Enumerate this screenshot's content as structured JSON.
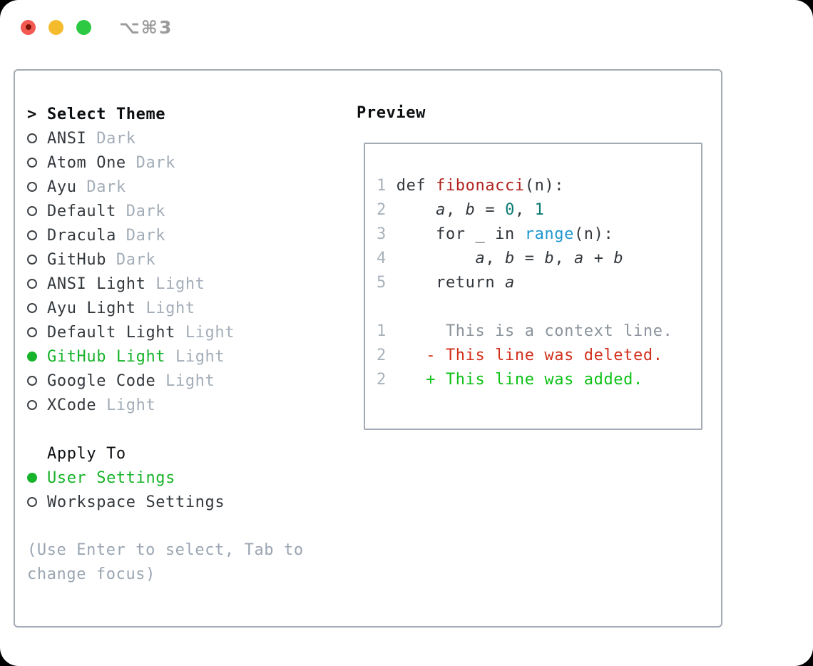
{
  "window": {
    "title": "⌥⌘3",
    "traffic_lights": {
      "close": "#f25950",
      "close_dot": "#7a1208",
      "minimize": "#f4bc2c",
      "zoom": "#2ec943"
    }
  },
  "theme_picker": {
    "prompt": ">",
    "header": "Select Theme",
    "items": [
      {
        "name": "ANSI",
        "variant": "Dark",
        "selected": false
      },
      {
        "name": "Atom One",
        "variant": "Dark",
        "selected": false
      },
      {
        "name": "Ayu",
        "variant": "Dark",
        "selected": false
      },
      {
        "name": "Default",
        "variant": "Dark",
        "selected": false
      },
      {
        "name": "Dracula",
        "variant": "Dark",
        "selected": false
      },
      {
        "name": "GitHub",
        "variant": "Dark",
        "selected": false
      },
      {
        "name": "ANSI Light",
        "variant": "Light",
        "selected": false
      },
      {
        "name": "Ayu Light",
        "variant": "Light",
        "selected": false
      },
      {
        "name": "Default Light",
        "variant": "Light",
        "selected": false
      },
      {
        "name": "GitHub Light",
        "variant": "Light",
        "selected": true
      },
      {
        "name": "Google Code",
        "variant": "Light",
        "selected": false
      },
      {
        "name": "XCode",
        "variant": "Light",
        "selected": false
      }
    ]
  },
  "apply_to": {
    "header": "Apply To",
    "items": [
      {
        "label": "User Settings",
        "selected": true
      },
      {
        "label": "Workspace Settings",
        "selected": false
      }
    ]
  },
  "help_lines": [
    "(Use Enter to select, Tab to",
    "change focus)"
  ],
  "preview": {
    "header": "Preview",
    "code_lines": [
      {
        "num": "1",
        "segments": [
          [
            "pl",
            "def "
          ],
          [
            "fn",
            "fibonacci"
          ],
          [
            "pl",
            "(n):"
          ]
        ]
      },
      {
        "num": "2",
        "segments": [
          [
            "pl",
            "    "
          ],
          [
            "var",
            "a"
          ],
          [
            "pl",
            ", "
          ],
          [
            "var",
            "b"
          ],
          [
            "pl",
            " = "
          ],
          [
            "num",
            "0"
          ],
          [
            "pl",
            ", "
          ],
          [
            "num",
            "1"
          ]
        ]
      },
      {
        "num": "3",
        "segments": [
          [
            "pl",
            "    for _ in "
          ],
          [
            "call",
            "range"
          ],
          [
            "pl",
            "(n):"
          ]
        ]
      },
      {
        "num": "4",
        "segments": [
          [
            "pl",
            "        "
          ],
          [
            "var",
            "a"
          ],
          [
            "pl",
            ", "
          ],
          [
            "var",
            "b"
          ],
          [
            "pl",
            " = "
          ],
          [
            "var",
            "b"
          ],
          [
            "pl",
            ", "
          ],
          [
            "var",
            "a"
          ],
          [
            "pl",
            " + "
          ],
          [
            "var",
            "b"
          ]
        ]
      },
      {
        "num": "5",
        "segments": [
          [
            "pl",
            "    return "
          ],
          [
            "var",
            "a"
          ]
        ]
      }
    ],
    "diff_lines": [
      {
        "num": "1",
        "marker": " ",
        "text": "This is a context line.",
        "kind": "context"
      },
      {
        "num": "2",
        "marker": "-",
        "text": "This line was deleted.",
        "kind": "deleted"
      },
      {
        "num": "2",
        "marker": "+",
        "text": "This line was added.",
        "kind": "added"
      }
    ]
  },
  "colors": {
    "accent_green": "#17b32a",
    "added_green": "#0dc117",
    "deleted_red": "#d2301c",
    "function_red": "#b02420",
    "number_teal": "#0c7b72",
    "call_blue": "#2097cf",
    "muted_gray": "#a3adb8",
    "border_gray": "#a2aab4",
    "line_number": "#a8b1bb",
    "context_gray": "#8b939c",
    "help_gray": "#9aa5b2",
    "title_gray": "#9b9b9b"
  }
}
